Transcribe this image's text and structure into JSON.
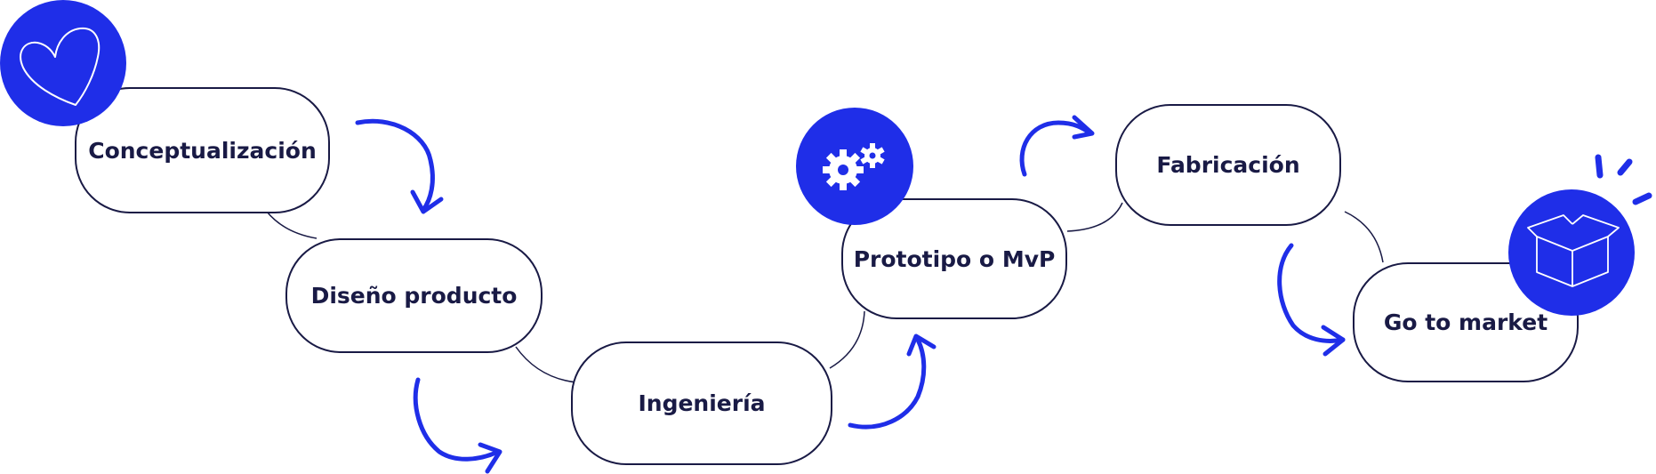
{
  "colors": {
    "accent": "#1f2ee8",
    "outline": "#191a45",
    "background": "#ffffff"
  },
  "steps": [
    {
      "label": "Conceptualización",
      "icon": "heart-icon"
    },
    {
      "label": "Diseño producto"
    },
    {
      "label": "Ingeniería"
    },
    {
      "label": "Prototipo o MvP",
      "icon": "gears-icon"
    },
    {
      "label": "Fabricación"
    },
    {
      "label": "Go to market",
      "icon": "open-box-icon"
    }
  ]
}
